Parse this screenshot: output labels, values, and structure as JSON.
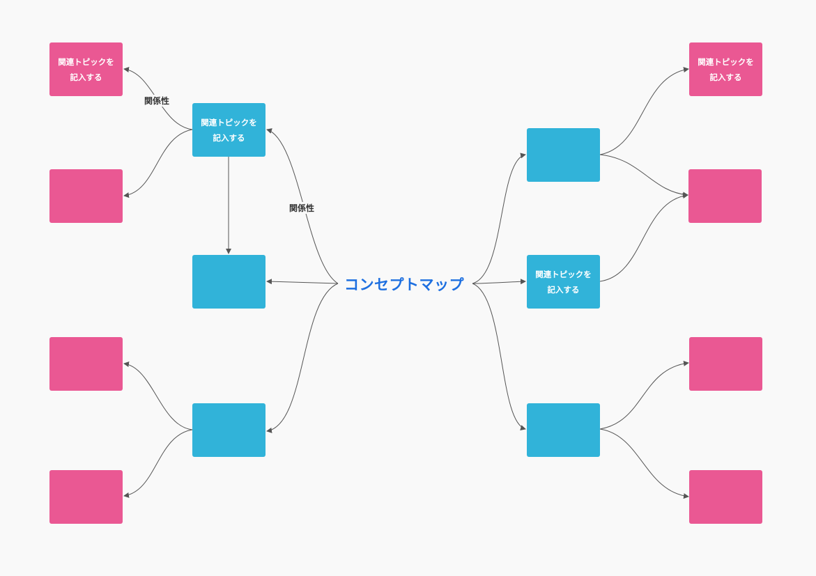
{
  "center": {
    "label": "コンセプトマップ"
  },
  "colors": {
    "primary_topic": "#31b3d9",
    "sub_topic": "#ea5893",
    "center_text": "#1d6fe0",
    "connector": "#555555",
    "background": "#f9f9f9"
  },
  "edge_labels": {
    "top_left": "関係性",
    "center_to_top_left": "関係性"
  },
  "nodes": {
    "left_top_primary": "関連トピックを\n記入する",
    "left_middle_primary": "",
    "left_bottom_primary": "",
    "left_top_sub_1": "関連トピックを\n記入する",
    "left_top_sub_2": "",
    "left_bottom_sub_1": "",
    "left_bottom_sub_2": "",
    "right_top_primary": "",
    "right_middle_primary": "関連トピックを\n記入する",
    "right_bottom_primary": "",
    "right_top_sub_1": "関連トピックを\n記入する",
    "right_top_sub_2": "",
    "right_bottom_sub_1": "",
    "right_bottom_sub_2": ""
  }
}
